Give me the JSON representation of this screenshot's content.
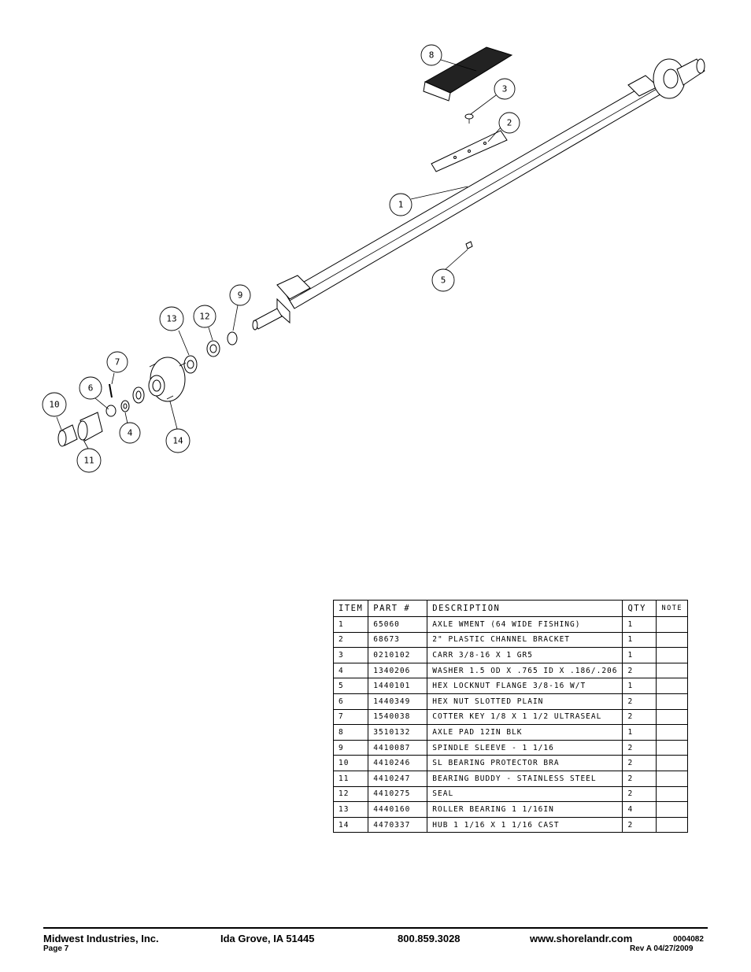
{
  "callouts": [
    "1",
    "2",
    "3",
    "4",
    "5",
    "6",
    "7",
    "8",
    "9",
    "10",
    "11",
    "12",
    "13",
    "14"
  ],
  "table": {
    "headers": {
      "item": "ITEM",
      "part": "PART #",
      "description": "DESCRIPTION",
      "qty": "QTY",
      "note": "NOTE"
    },
    "rows": [
      {
        "item": "1",
        "part": "65060",
        "description": "AXLE WMENT (64 WIDE FISHING)",
        "qty": "1",
        "note": ""
      },
      {
        "item": "2",
        "part": "68673",
        "description": "2\" PLASTIC CHANNEL BRACKET",
        "qty": "1",
        "note": ""
      },
      {
        "item": "3",
        "part": "0210102",
        "description": "CARR 3/8-16 X 1 GR5",
        "qty": "1",
        "note": ""
      },
      {
        "item": "4",
        "part": "1340206",
        "description": "WASHER 1.5 OD X .765 ID X .186/.206",
        "qty": "2",
        "note": ""
      },
      {
        "item": "5",
        "part": "1440101",
        "description": "HEX LOCKNUT FLANGE 3/8-16 W/T",
        "qty": "1",
        "note": ""
      },
      {
        "item": "6",
        "part": "1440349",
        "description": "HEX NUT SLOTTED PLAIN",
        "qty": "2",
        "note": ""
      },
      {
        "item": "7",
        "part": "1540038",
        "description": "COTTER KEY 1/8 X 1 1/2 ULTRASEAL",
        "qty": "2",
        "note": ""
      },
      {
        "item": "8",
        "part": "3510132",
        "description": "AXLE PAD 12IN  BLK",
        "qty": "1",
        "note": ""
      },
      {
        "item": "9",
        "part": "4410087",
        "description": "SPINDLE SLEEVE - 1 1/16",
        "qty": "2",
        "note": ""
      },
      {
        "item": "10",
        "part": "4410246",
        "description": "SL BEARING PROTECTOR BRA",
        "qty": "2",
        "note": ""
      },
      {
        "item": "11",
        "part": "4410247",
        "description": "BEARING BUDDY - STAINLESS STEEL",
        "qty": "2",
        "note": ""
      },
      {
        "item": "12",
        "part": "4410275",
        "description": "SEAL",
        "qty": "2",
        "note": ""
      },
      {
        "item": "13",
        "part": "4440160",
        "description": "ROLLER BEARING   1 1/16IN",
        "qty": "4",
        "note": ""
      },
      {
        "item": "14",
        "part": "4470337",
        "description": "HUB   1 1/16 X 1 1/16 CAST",
        "qty": "2",
        "note": ""
      }
    ]
  },
  "footer": {
    "company": "Midwest Industries, Inc.",
    "location": "Ida Grove, IA  51445",
    "phone": "800.859.3028",
    "website": "www.shorelandr.com",
    "doc_number": "0004082",
    "page": "Page 7",
    "revision": "Rev  A  04/27/2009"
  }
}
